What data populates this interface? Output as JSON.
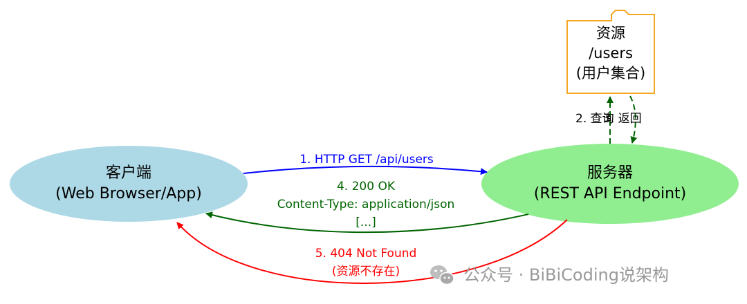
{
  "nodes": {
    "client": {
      "line1": "客户端",
      "line2": "(Web Browser/App)",
      "fill": "#add8e6"
    },
    "server": {
      "line1": "服务器",
      "line2": "(REST API Endpoint)",
      "fill": "#90ee90"
    },
    "resource": {
      "line1": "资源",
      "line2": "/users",
      "line3": "(用户集合)",
      "border": "#f5a623"
    }
  },
  "edges": {
    "request": {
      "label": "1. HTTP GET /api/users",
      "color": "#0000ff"
    },
    "query": {
      "label_a": "2. 查询",
      "label_b": "3. 返回",
      "color": "#006400"
    },
    "ok": {
      "line1": "4. 200 OK",
      "line2": "Content-Type: application/json",
      "line3": "[...]",
      "color": "#006400"
    },
    "notfound": {
      "line1": "5. 404 Not Found",
      "line2": "(资源不存在)",
      "color": "#ff0000"
    }
  },
  "watermark": {
    "text": "公众号 · BiBiCoding说架构",
    "icon": "wechat-icon"
  }
}
